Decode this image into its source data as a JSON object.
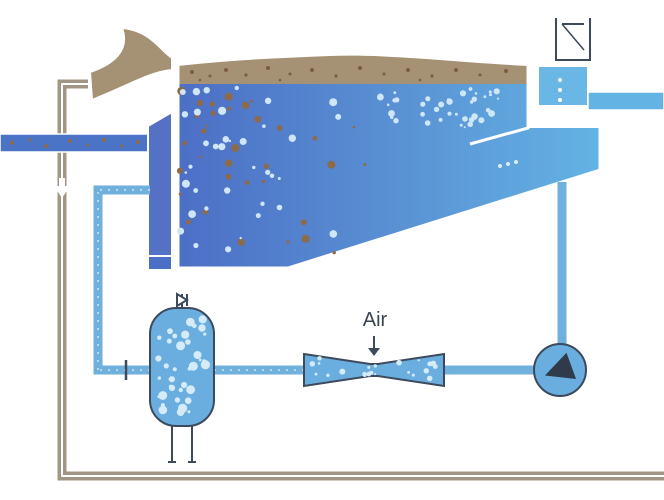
{
  "labels": {
    "air": "Air"
  },
  "colors": {
    "sludge": "#a59274",
    "sludge_particle": "#8c6a4a",
    "water_light": "#5fb0e2",
    "water_dark": "#4c74c6",
    "pipe_blue": "#6fb0dc",
    "outline": "#3c4a5c",
    "return_pipe": "#a39583"
  },
  "components": {
    "tank": "flotation-tank",
    "saturator": "pressure-saturator",
    "venturi": "air-injector",
    "pump": "recycle-pump",
    "valve": "relief-valve"
  }
}
